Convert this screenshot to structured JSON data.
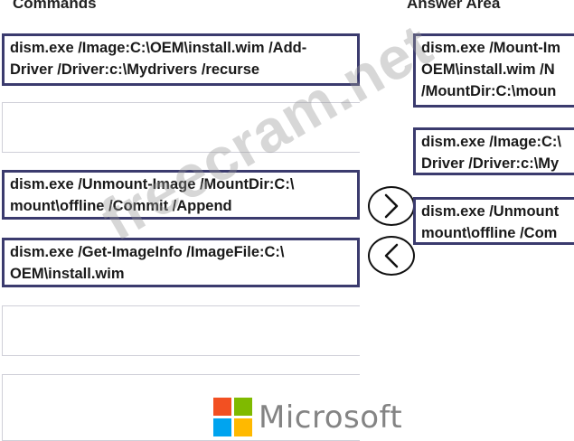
{
  "headings": {
    "commands": "Commands",
    "answer_area": "Answer Area"
  },
  "commands": [
    {
      "line1": "dism.exe /Image:C:\\OEM\\install.wim /Add-",
      "line2": "Driver /Driver:c:\\Mydrivers /recurse"
    },
    {
      "line1": "",
      "line2": ""
    },
    {
      "line1": "dism.exe /Unmount-Image /MountDir:C:\\",
      "line2": "mount\\offline /Commit /Append"
    },
    {
      "line1": "dism.exe /Get-ImageInfo /ImageFile:C:\\",
      "line2": "OEM\\install.wim"
    },
    {
      "line1": "",
      "line2": ""
    },
    {
      "line1": "",
      "line2": ""
    }
  ],
  "answers": [
    {
      "line1": "dism.exe /Mount-Im",
      "line2": "OEM\\install.wim /N",
      "line3": "/MountDir:C:\\moun"
    },
    {
      "line1": "dism.exe /Image:C:\\",
      "line2": "Driver /Driver:c:\\My"
    },
    {
      "line1": "dism.exe /Unmount",
      "line2": "mount\\offline /Com"
    }
  ],
  "buttons": {
    "move_right_icon": "chevron-right-icon",
    "move_left_icon": "chevron-left-icon"
  },
  "watermark": "freecram.net",
  "logo": {
    "text": "Microsoft",
    "colors": [
      "#f25022",
      "#7fba00",
      "#00a4ef",
      "#ffb900"
    ]
  }
}
